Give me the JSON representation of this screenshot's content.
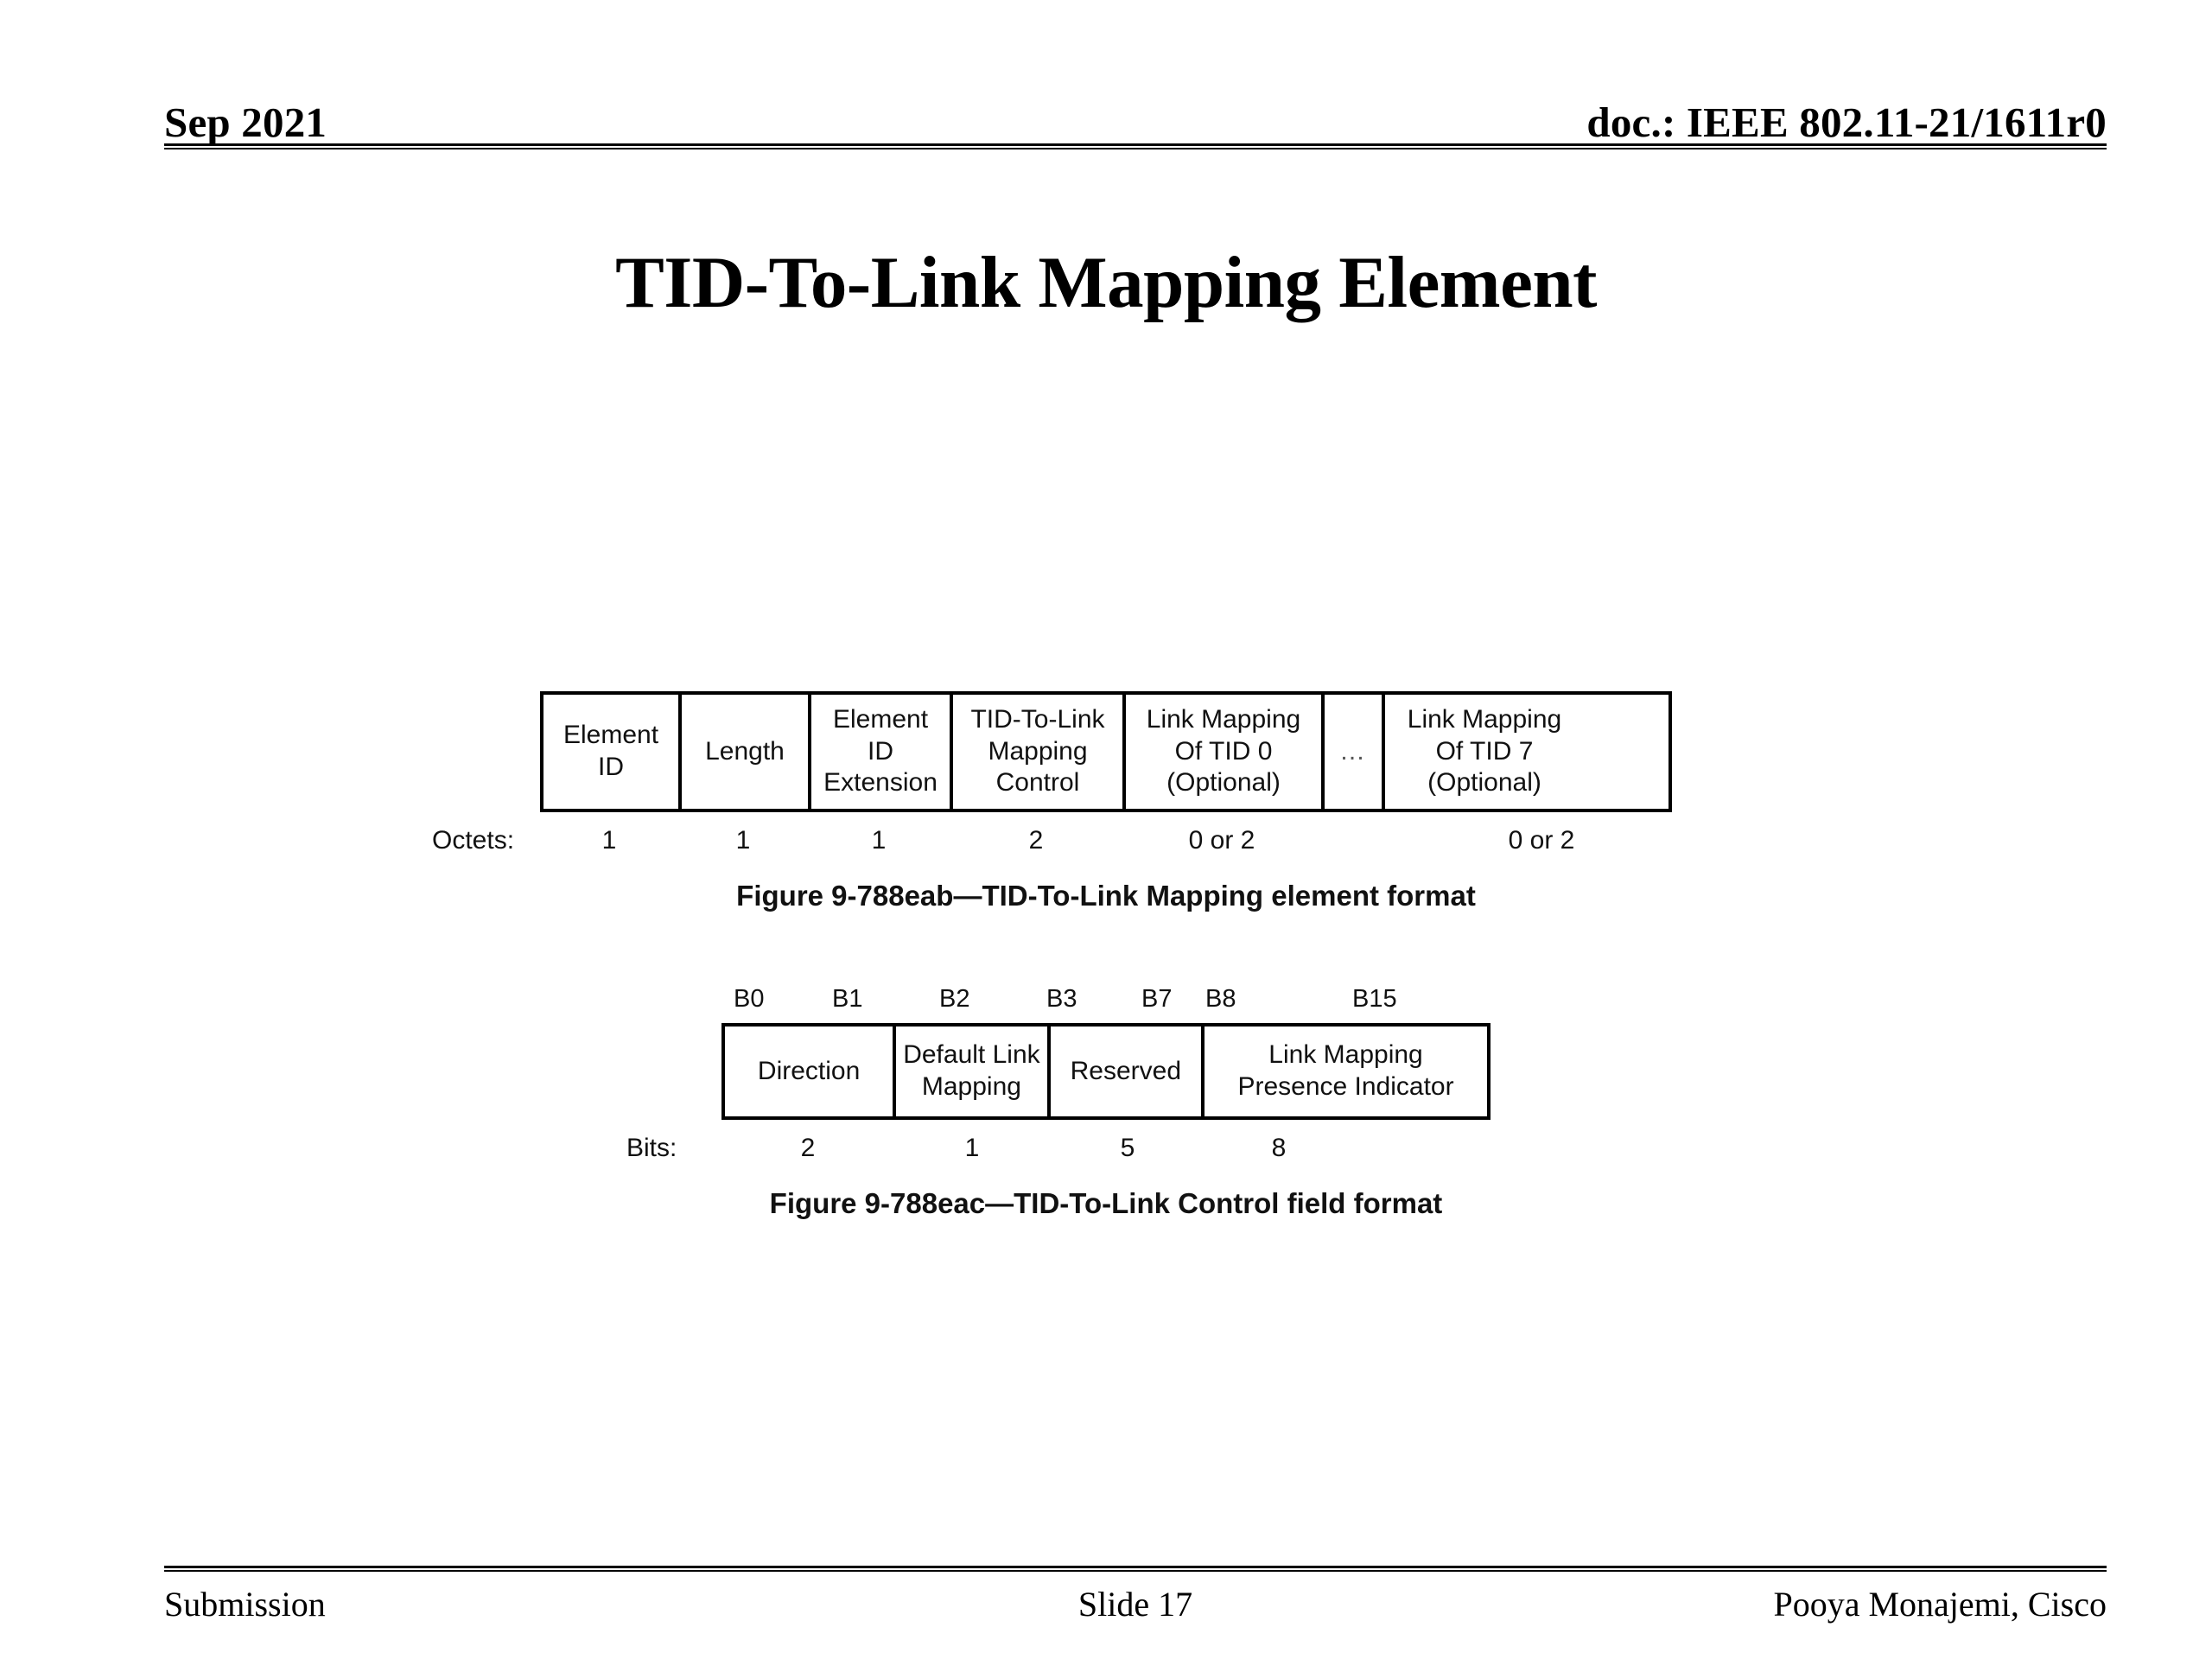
{
  "header": {
    "date": "Sep 2021",
    "doc_id": "doc.: IEEE 802.11-21/1611r0"
  },
  "title": "TID-To-Link Mapping Element",
  "figures": [
    {
      "id": "figure-1",
      "caption": "Figure 9-788eab—TID-To-Link Mapping element format",
      "size_label": "Octets:",
      "cells": [
        {
          "label": "Element ID",
          "size": "1"
        },
        {
          "label": "Length",
          "size": "1"
        },
        {
          "label": "Element ID\nExtension",
          "size": "1"
        },
        {
          "label": "TID-To-Link\nMapping\nControl",
          "size": "2"
        },
        {
          "label": "Link Mapping\nOf TID 0\n(Optional)",
          "size": "0 or 2"
        },
        {
          "label": "…",
          "size": ""
        },
        {
          "label": "Link Mapping\nOf TID 7\n(Optional)",
          "size": "0 or 2"
        }
      ]
    },
    {
      "id": "figure-2",
      "caption": "Figure 9-788eac—TID-To-Link Control field format",
      "size_label": "Bits:",
      "bit_labels": [
        "B0",
        "B1",
        "B2",
        "B3",
        "B7",
        "B8",
        "B15"
      ],
      "cells": [
        {
          "label": "Direction",
          "size": "2"
        },
        {
          "label": "Default Link\nMapping",
          "size": "1"
        },
        {
          "label": "Reserved",
          "size": "5"
        },
        {
          "label": "Link Mapping\nPresence Indicator",
          "size": "8"
        }
      ]
    }
  ],
  "footer": {
    "left": "Submission",
    "center": "Slide 17",
    "right": "Pooya Monajemi, Cisco"
  }
}
